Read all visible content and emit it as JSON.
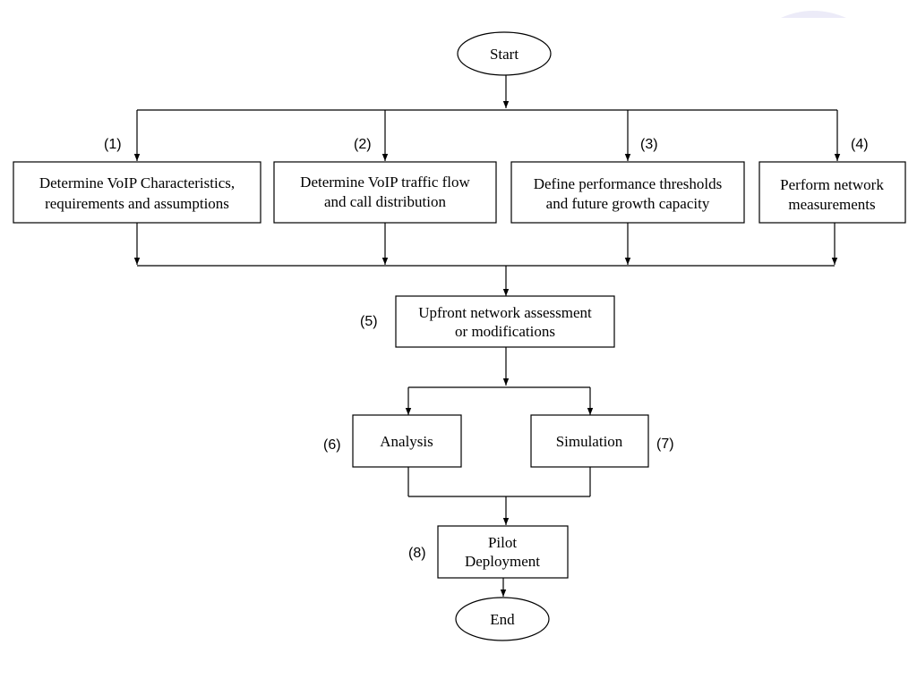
{
  "nodes": {
    "start": {
      "lines": [
        "Start"
      ]
    },
    "step1": {
      "number": "(1)",
      "lines": [
        "Determine VoIP Characteristics,",
        "requirements and assumptions"
      ]
    },
    "step2": {
      "number": "(2)",
      "lines": [
        "Determine VoIP traffic flow",
        "and call distribution"
      ]
    },
    "step3": {
      "number": "(3)",
      "lines": [
        "Define performance thresholds",
        "and future growth capacity"
      ]
    },
    "step4": {
      "number": "(4)",
      "lines": [
        "Perform network",
        "measurements"
      ]
    },
    "step5": {
      "number": "(5)",
      "lines": [
        "Upfront network assessment",
        "or modifications"
      ]
    },
    "step6": {
      "number": "(6)",
      "lines": [
        "Analysis"
      ]
    },
    "step7": {
      "number": "(7)",
      "lines": [
        "Simulation"
      ]
    },
    "step8": {
      "number": "(8)",
      "lines": [
        "Pilot",
        "Deployment"
      ]
    },
    "end": {
      "lines": [
        "End"
      ]
    }
  }
}
